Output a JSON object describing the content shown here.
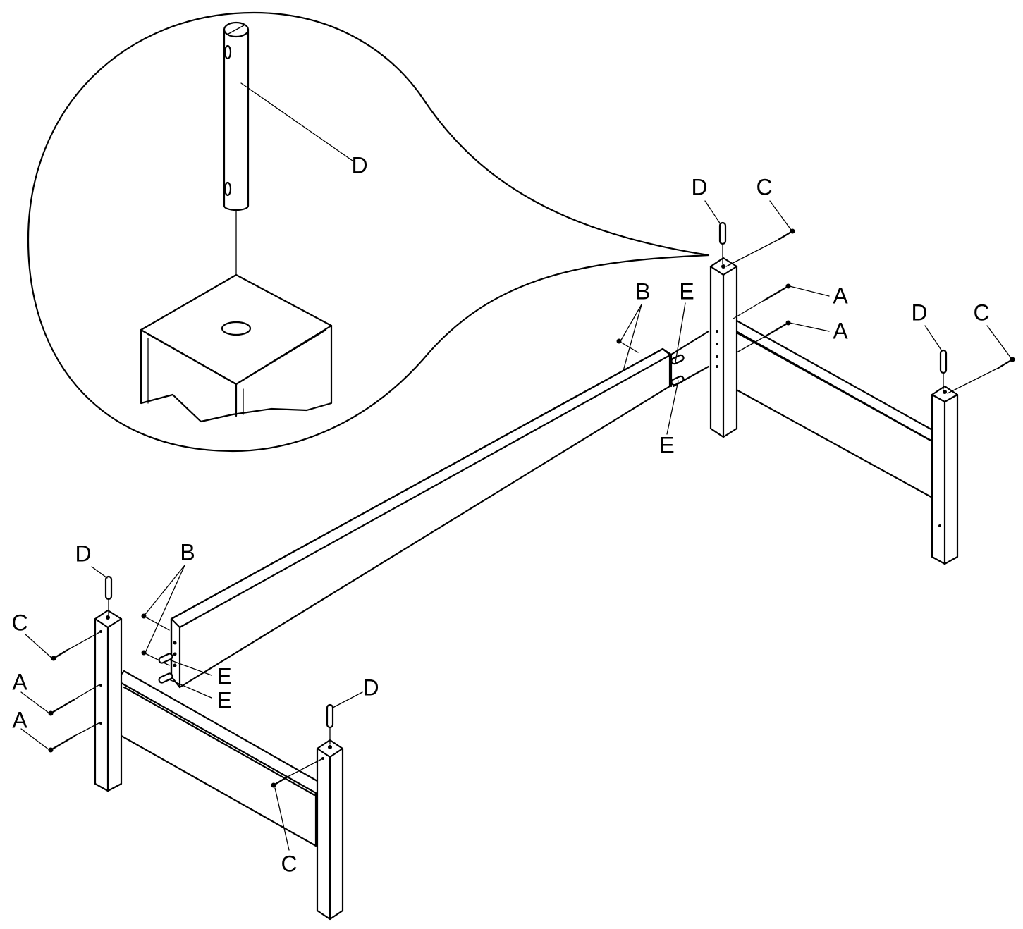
{
  "labels": {
    "A": "A",
    "B": "B",
    "C": "C",
    "D": "D",
    "E": "E"
  },
  "colors": {
    "ink": "#000000",
    "paper": "#ffffff"
  }
}
